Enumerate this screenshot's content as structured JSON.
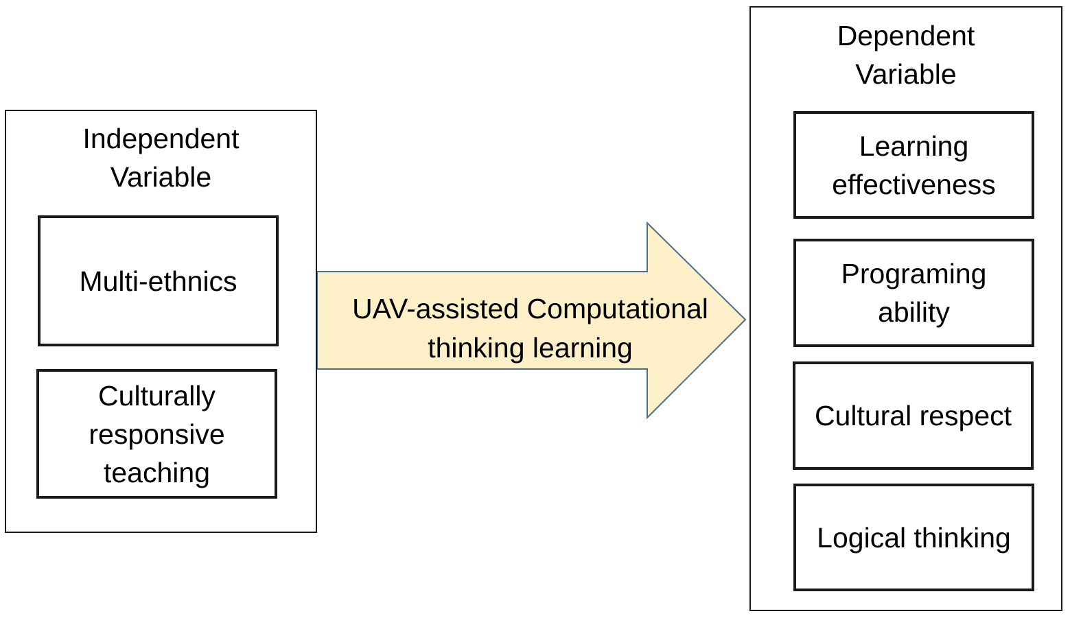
{
  "independent": {
    "title": "Independent\nVariable",
    "items": [
      {
        "label": "Multi-ethnics"
      },
      {
        "label": "Culturally\nresponsive\nteaching"
      }
    ]
  },
  "arrow": {
    "label": "UAV-assisted Computational\nthinking learning",
    "fill_color": "#fdf0c8",
    "stroke_color": "#4a6d8c"
  },
  "dependent": {
    "title": "Dependent\nVariable",
    "items": [
      {
        "label": "Learning\neffectiveness"
      },
      {
        "label": "Programing\nability"
      },
      {
        "label": "Cultural respect"
      },
      {
        "label": "Logical thinking"
      }
    ]
  }
}
